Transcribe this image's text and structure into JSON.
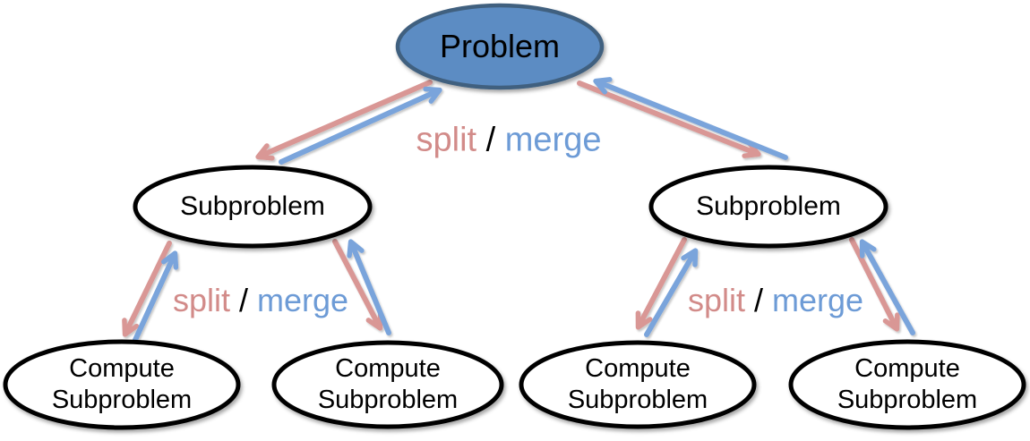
{
  "colors": {
    "problem_fill": "#5c8cc3",
    "problem_border": "#41607f",
    "node_fill": "#ffffff",
    "node_border": "#000000",
    "split_pink": "#d99795",
    "merge_blue": "#7aa4db",
    "split_text": "#d28b89",
    "merge_text": "#6d9bd6",
    "slash_black": "#000000"
  },
  "nodes": {
    "problem": {
      "label": "Problem"
    },
    "subproblem_left": {
      "label": "Subproblem"
    },
    "subproblem_right": {
      "label": "Subproblem"
    },
    "compute_1": {
      "line1": "Compute",
      "line2": "Subproblem"
    },
    "compute_2": {
      "line1": "Compute",
      "line2": "Subproblem"
    },
    "compute_3": {
      "line1": "Compute",
      "line2": "Subproblem"
    },
    "compute_4": {
      "line1": "Compute",
      "line2": "Subproblem"
    }
  },
  "edge_labels": {
    "top": {
      "split": "split",
      "slash": " / ",
      "merge": "merge"
    },
    "left": {
      "split": "split",
      "slash": " / ",
      "merge": "merge"
    },
    "right": {
      "split": "split",
      "slash": " / ",
      "merge": "merge"
    }
  }
}
